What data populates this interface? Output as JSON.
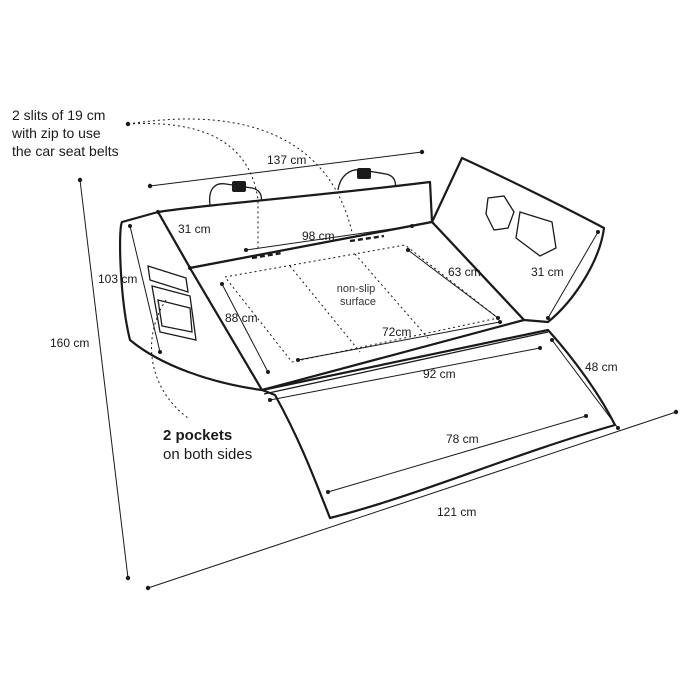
{
  "slits_note": {
    "line1": "2 slits of 19 cm",
    "line2": "with zip to use",
    "line3": "the car seat belts"
  },
  "pockets_note": {
    "line1": "2 pockets",
    "line2": "on both sides"
  },
  "surface_label": {
    "line1": "non-slip",
    "line2": "surface"
  },
  "dimensions": {
    "top_width": "137 cm",
    "back_width": "98 cm",
    "left_side_depth": "31 cm",
    "right_side_depth": "31 cm",
    "left_height": "103 cm",
    "total_height": "160 cm",
    "floor_length": "88 cm",
    "inner_length": "63 cm",
    "inner_width": "72cm",
    "front_width": "92 cm",
    "flap_depth": "48 cm",
    "flap_width": "78 cm",
    "total_width": "121 cm"
  }
}
